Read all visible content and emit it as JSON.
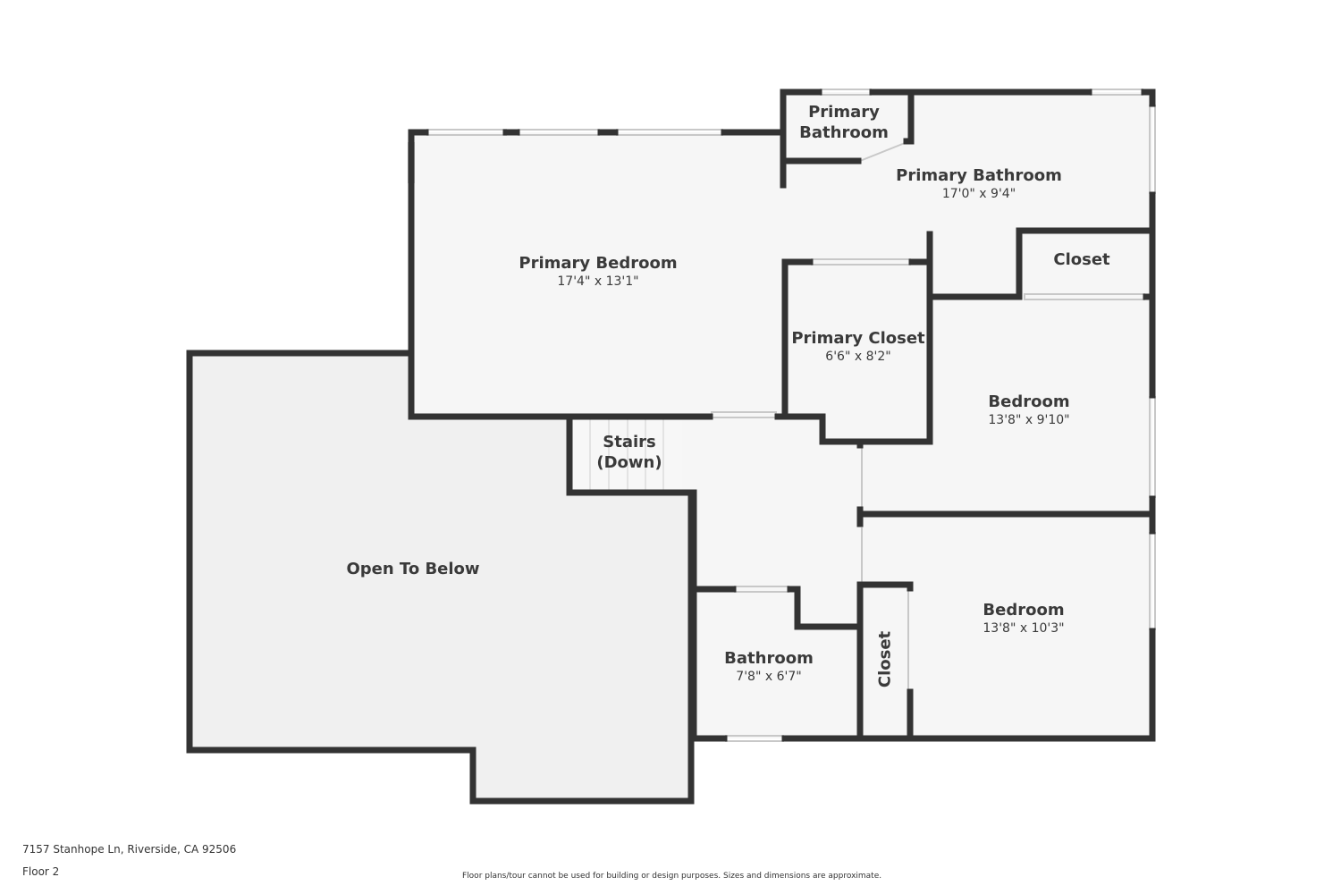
{
  "rooms": {
    "primary_bath_small": {
      "name_line1": "Primary",
      "name_line2": "Bathroom"
    },
    "primary_bath": {
      "name": "Primary Bathroom",
      "dims": "17'0\" x 9'4\""
    },
    "primary_bedroom": {
      "name": "Primary Bedroom",
      "dims": "17'4\" x 13'1\""
    },
    "closet_top": {
      "name": "Closet"
    },
    "primary_closet": {
      "name": "Primary Closet",
      "dims": "6'6\" x 8'2\""
    },
    "bedroom_1": {
      "name": "Bedroom",
      "dims": "13'8\" x 9'10\""
    },
    "stairs": {
      "name_line1": "Stairs",
      "name_line2": "(Down)"
    },
    "open_to_below": {
      "name": "Open To Below"
    },
    "bedroom_2": {
      "name": "Bedroom",
      "dims": "13'8\" x 10'3\""
    },
    "bathroom": {
      "name": "Bathroom",
      "dims": "7'8\" x 6'7\""
    },
    "closet_side": {
      "name": "Closet"
    }
  },
  "footer": {
    "address": "7157 Stanhope Ln, Riverside, CA 92506",
    "floor": "Floor 2",
    "disclaimer": "Floor plans/tour cannot be used for building or design purposes. Sizes and dimensions are approximate."
  },
  "colors": {
    "wall": "#333333",
    "floor": "#f6f6f6",
    "open_area": "#f0f0f0",
    "window": "#c8c8c8"
  }
}
